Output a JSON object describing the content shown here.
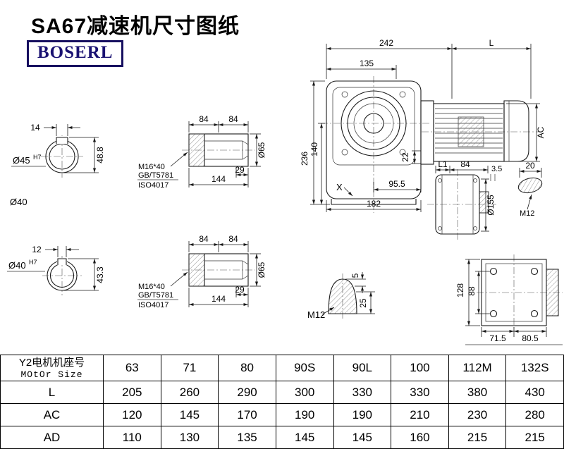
{
  "page": {
    "title": "SA67减速机尺寸图纸",
    "brand": "BOSERL",
    "accent_color": "#1a1272"
  },
  "drawing": {
    "shaft_top": {
      "keyway_width": "14",
      "keyway_height": "48.8",
      "bore": "Ø45",
      "bore_tol": "H7",
      "od_label": "Ø40"
    },
    "shaft_bottom": {
      "keyway_width": "12",
      "keyway_height": "43.3",
      "bore": "Ø40",
      "bore_tol": "H7"
    },
    "shaft_side_top": {
      "seg1": "84",
      "seg2": "84",
      "tap_len": "29",
      "length": "144",
      "od": "Ø65",
      "bolt": "M16*40",
      "std1": "GB/T5781",
      "std2": "ISO4017"
    },
    "shaft_side_bottom": {
      "seg1": "84",
      "seg2": "84",
      "tap_len": "29",
      "length": "144",
      "od": "Ø65",
      "bolt": "M16*40",
      "std1": "GB/T5781",
      "std2": "ISO4017"
    },
    "main_view": {
      "overall_width": "242",
      "motor_len": "L",
      "dim_135": "135",
      "height": "236",
      "dim_140": "140",
      "dim_22": "22",
      "dim_95_5": "95.5",
      "base_width": "182",
      "surface_mark": "X",
      "motor_dia": "AC"
    },
    "side_view": {
      "dim_l1": "L1",
      "dim_84": "84",
      "dim_3_5": "3.5",
      "dim_20": "20",
      "flange_dia": "Ø155",
      "thread": "M12"
    },
    "plug_view": {
      "dim_5": "5",
      "dim_25": "25",
      "thread": "M12"
    },
    "base_view": {
      "dim_128": "128",
      "dim_88": "88",
      "dim_71_5": "71.5",
      "dim_80_5": "80.5"
    }
  },
  "table": {
    "header_cn": "Y2电机机座号",
    "header_en": "MOtOr Size",
    "sizes": [
      "63",
      "71",
      "80",
      "90S",
      "90L",
      "100",
      "112M",
      "132S"
    ],
    "rows": [
      {
        "label": "L",
        "values": [
          "205",
          "260",
          "290",
          "300",
          "330",
          "330",
          "380",
          "430"
        ]
      },
      {
        "label": "AC",
        "values": [
          "120",
          "145",
          "170",
          "190",
          "190",
          "210",
          "230",
          "280"
        ]
      },
      {
        "label": "AD",
        "values": [
          "110",
          "130",
          "135",
          "145",
          "145",
          "160",
          "215",
          "215"
        ]
      }
    ]
  }
}
